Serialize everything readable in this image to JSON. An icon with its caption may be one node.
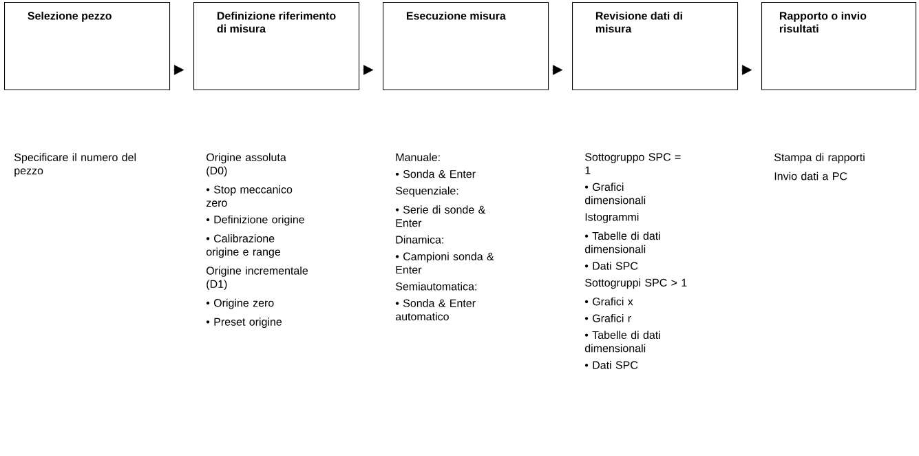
{
  "diagram": {
    "nodes": [
      {
        "text": [
          "Selezione pezzo"
        ]
      },
      {
        "text": [
          "Definizione riferimento di misura"
        ]
      },
      {
        "text": [
          "Esecuzione misura"
        ]
      },
      {
        "text": [
          "Revisione dati di misura"
        ]
      },
      {
        "text": [
          "Rapporto o invio risultati"
        ]
      }
    ],
    "edges": [
      {
        "from": 0,
        "to": 1,
        "arrow": "to"
      },
      {
        "from": 1,
        "to": 2,
        "arrow": "to"
      },
      {
        "from": 2,
        "to": 3,
        "arrow": "to"
      },
      {
        "from": 3,
        "to": 4,
        "arrow": "to"
      }
    ],
    "labels": [
      "Specificare il numero del pezzo",
      "Origine assoluta (D0)",
      "• Stop meccanico zero",
      "• Definizione origine",
      "• Calibrazione origine e range",
      "Origine incrementale (D1)",
      "• Origine zero",
      "• Preset origine",
      "Manuale:",
      "• Sonda & Enter",
      "Sequenziale:",
      "• Serie di sonde & Enter",
      "Dinamica:",
      "• Campioni sonda & Enter",
      "Semiautomatica:",
      "• Sonda & Enter automatico",
      "Sottogruppo SPC = 1",
      "• Grafici dimensionali",
      "Istogrammi",
      "• Tabelle di dati dimensionali",
      "• Dati SPC",
      "Sottogruppi SPC > 1",
      "• Grafici x",
      "• Grafici r",
      "• Tabelle di dati dimensionali",
      "• Dati SPC",
      "Stampa di rapporti",
      "Invio dati a PC"
    ]
  }
}
